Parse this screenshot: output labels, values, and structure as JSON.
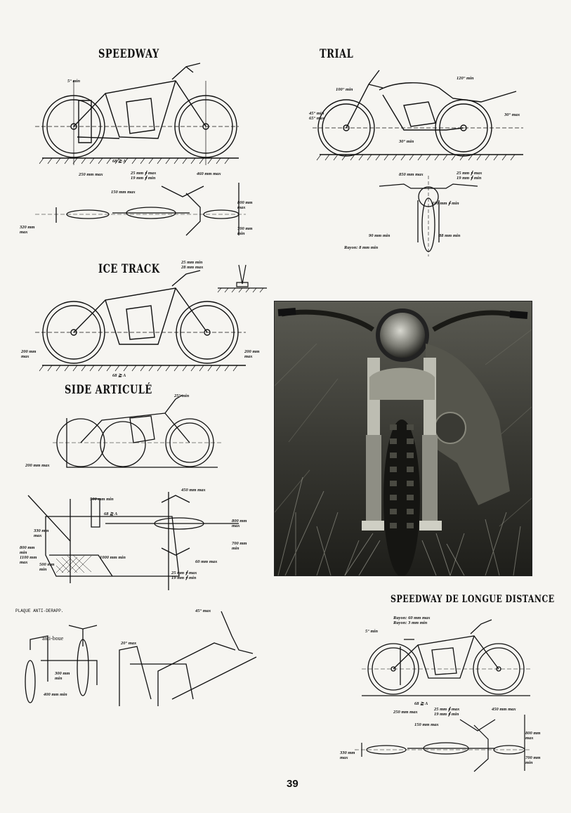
{
  "page_number": "39",
  "sections": {
    "speedway": "SPEEDWAY",
    "trial": "TRIAL",
    "ice_track": "ICE TRACK",
    "side_articule": "SIDE ARTICULÉ",
    "speedway_longue": "SPEEDWAY DE LONGUE DISTANCE"
  },
  "speedway_dims": {
    "angle": "5° min",
    "d250": "250 mm max",
    "d68": "68 ≧ A",
    "d25": "25 mm ∮ max\n19 mm ∮ min",
    "d460": "460 mm max",
    "d150": "150 mm max",
    "d800": "800 mm\nmax",
    "d700": "700 mm\nmin",
    "d320": "320 mm\nmax"
  },
  "trial_dims": {
    "d120": "120° min",
    "d100": "100° min",
    "d45": "45° min\n65° max",
    "d30a": "30° min",
    "d30b": "30° max",
    "d850": "850 mm max",
    "d25": "25 mm ∮ max\n19 mm ∮ min",
    "d100mm": "100 mm ∮ min",
    "d88": "88 mm min",
    "d90": "90 mm min",
    "rayon": "Rayon: 8 mm min"
  },
  "ice_dims": {
    "d25": "25 mm min\n28 mm max",
    "d200a": "200 mm\nmax",
    "d200b": "200 mm\nmax",
    "d68": "68 ≧ A"
  },
  "side_dims": {
    "d25": "25° min",
    "d200": "200 mm max",
    "d500": "500 mm min",
    "d450": "450 mm max",
    "d68": "68 ≧ A",
    "d330": "330 mm\nmax",
    "d800": "800 mm\nmax",
    "d700": "700 mm\nmin",
    "d1000": "1000 mm min",
    "d60": "60 mm max",
    "d25b": "25 mm ∮ max\n19 mm ∮ min",
    "d800b": "800 mm\nmin\n1100 mm\nmax",
    "d500b": "500 mm\nmin",
    "plaque": "PLAQUE ANTI-DERAPP."
  },
  "bottom_dims": {
    "antiboue": "anti-boue",
    "d300": "300 mm\nmin",
    "d400": "400 mm min",
    "d20": "20° max",
    "d45": "45° max"
  },
  "longue_dims": {
    "rayon": "Rayon: 60 mm max\nRayon: 3 mm min",
    "angle": "5° min",
    "d68": "68 ≧ A",
    "d250": "250 mm max",
    "d25": "25 mm ∮ max\n19 mm ∮ min",
    "d450": "450 mm max",
    "d150": "150 mm max",
    "d800": "800 mm\nmax",
    "d700": "700 mm\nmin",
    "d330": "330 mm\nmax"
  }
}
